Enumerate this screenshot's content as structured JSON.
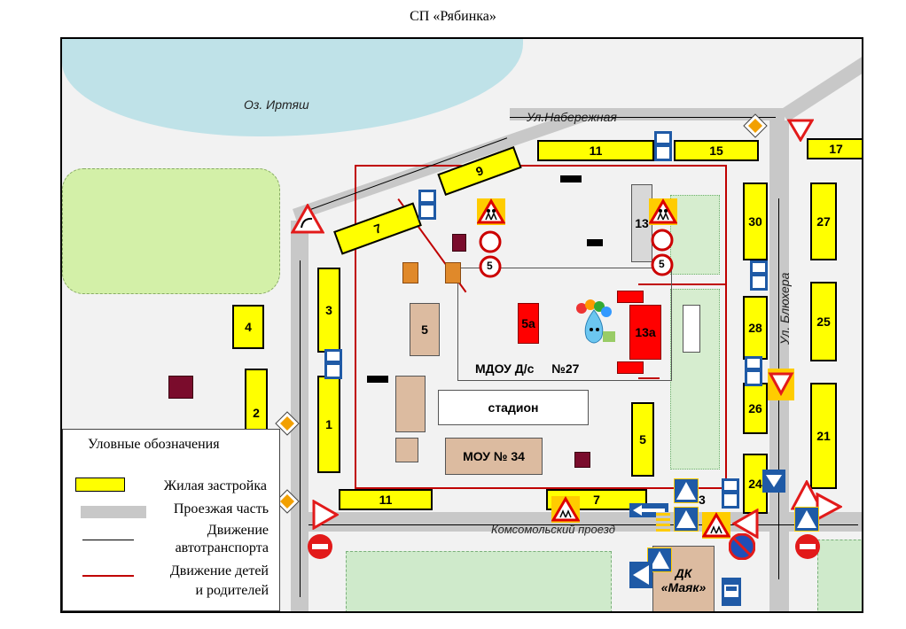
{
  "title": "СП «Рябинка»",
  "map": {
    "lake_label": "Оз. Иртяш",
    "street_naberezhnaya": "Ул.Набережная",
    "street_blyukhera": "Ул. Блюхера",
    "street_komsomolsky": "Комсомольский проезд",
    "mdou_label": "МДОУ Д/с",
    "mdou_number": "№27",
    "stadium": "стадион",
    "school": "МОУ № 34",
    "dk_line1": "ДК",
    "dk_line2": "«Маяк»",
    "speed_limit": "5",
    "colors": {
      "residential": "#ffff00",
      "road": "#c8c8c8",
      "child_route": "#c00000",
      "lake": "#bfe2e8",
      "park": "#d3f0a8",
      "kindergarten": "#ff0000"
    },
    "buildings": {
      "b11_top": "11",
      "b15": "15",
      "b17": "17",
      "b9": "9",
      "b7_top": "7",
      "b13": "13",
      "b30": "30",
      "b27": "27",
      "b3": "3",
      "b4": "4",
      "b5_mid": "5",
      "b5a": "5а",
      "b13a": "13а",
      "b28": "28",
      "b25": "25",
      "b26": "26",
      "b2": "2",
      "b1": "1",
      "b5_right": "5",
      "b21": "21",
      "b24": "24",
      "b11_bottom": "11",
      "b7_bottom": "7",
      "b3_bottom": "3"
    }
  },
  "legend": {
    "title": "Уловные обозначения",
    "residential": "Жилая застройка",
    "road": "Проезжая часть",
    "traffic_line1": "Движение",
    "traffic_line2": "автотранспорта",
    "children_line1": "Движение детей",
    "children_line2": "и родителей"
  }
}
